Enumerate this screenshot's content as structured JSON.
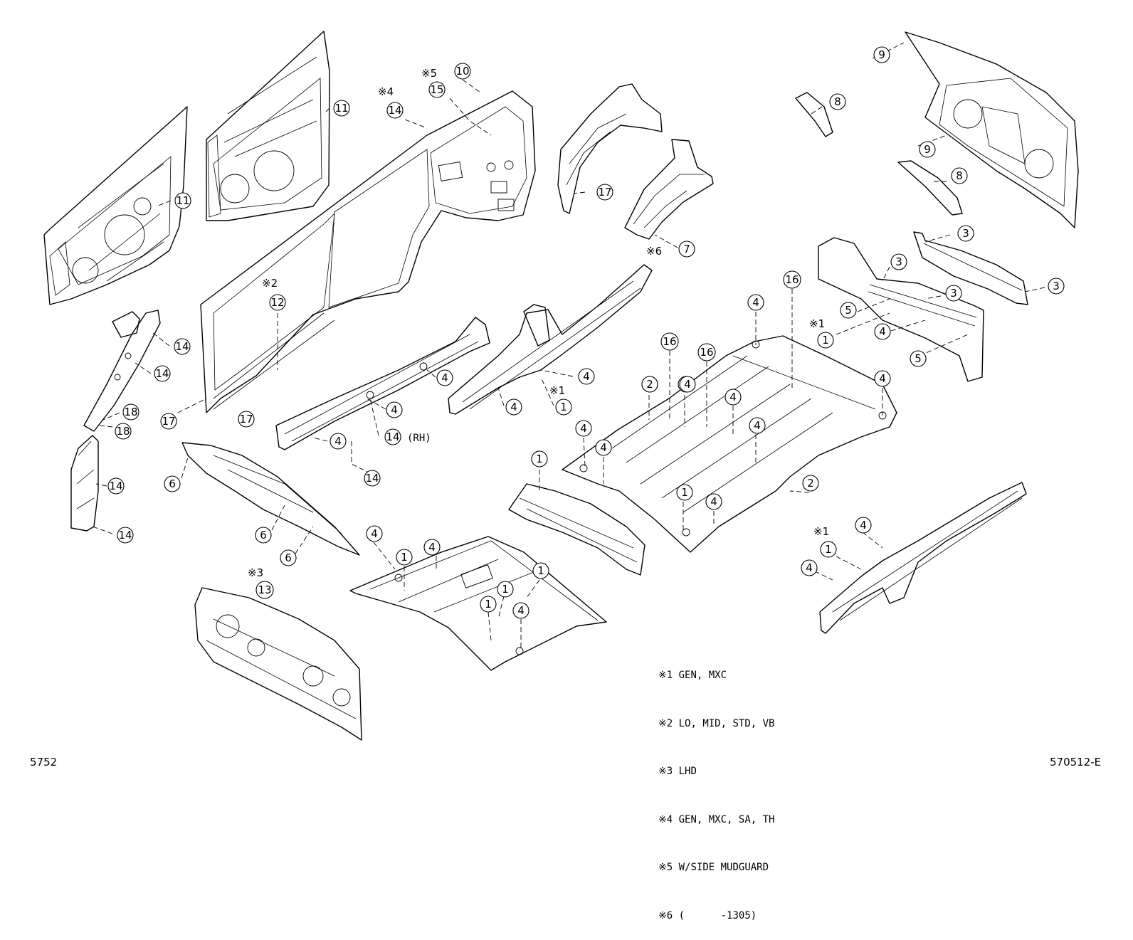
{
  "page_code_left": "5752",
  "page_code_right": "570512-E",
  "legend": [
    {
      "mark": "※1",
      "text": "GEN, MXC"
    },
    {
      "mark": "※2",
      "text": "LO, MID, STD, VB"
    },
    {
      "mark": "※3",
      "text": "LHD"
    },
    {
      "mark": "※4",
      "text": "GEN, MXC, SA, TH"
    },
    {
      "mark": "※5",
      "text": "W/SIDE MUDGUARD"
    },
    {
      "mark": "※6",
      "text": "(      -1305)"
    }
  ],
  "notes": {
    "n1": "※1",
    "n2": "※2",
    "n3": "※3",
    "n4": "※4",
    "n5": "※5",
    "n6": "※6",
    "rh": "(RH)"
  },
  "parts": {
    "front_door_panel": {
      "number": "11"
    },
    "rear_door_panel": {
      "number": "11"
    },
    "side_outer_panel": {
      "number": "12"
    },
    "quarter_window_panel": {
      "number": "10"
    },
    "quarter_inner": {
      "number": "15"
    },
    "wheel_house_outer": {
      "number": "17"
    },
    "wheel_house_inner": {
      "number": "7"
    },
    "back_door_panel": {
      "number": "9"
    },
    "back_door_reinforcement": {
      "number": "8"
    },
    "pillar_reinforcement": {
      "number": "14"
    },
    "pillar_brace": {
      "number": "18"
    },
    "rocker_panel": {
      "number": "4"
    },
    "front_side_member": {
      "number": "1"
    },
    "roof_panel": {
      "number": "6"
    },
    "front_floor_pan": {
      "number": "4"
    },
    "rear_floor_pan": {
      "number": "2"
    },
    "floor_crossmember": {
      "number": "16"
    },
    "center_floor_crossmember": {
      "number": "1"
    },
    "dash_panel": {
      "number": "13"
    },
    "back_panel": {
      "number": "3"
    },
    "rear_crossmember": {
      "number": "5"
    },
    "rear_side_member": {
      "number": "1"
    }
  },
  "callouts": [
    {
      "id": "c11a",
      "num": "11"
    },
    {
      "id": "c11b",
      "num": "11"
    },
    {
      "id": "c10",
      "num": "10"
    },
    {
      "id": "c15",
      "num": "15"
    },
    {
      "id": "c14a",
      "num": "14"
    },
    {
      "id": "c12",
      "num": "12"
    },
    {
      "id": "c17a",
      "num": "17"
    },
    {
      "id": "c17b",
      "num": "17"
    },
    {
      "id": "c17c",
      "num": "17"
    },
    {
      "id": "c7",
      "num": "7"
    },
    {
      "id": "c9a",
      "num": "9"
    },
    {
      "id": "c9b",
      "num": "9"
    },
    {
      "id": "c8a",
      "num": "8"
    },
    {
      "id": "c8b",
      "num": "8"
    },
    {
      "id": "c3a",
      "num": "3"
    },
    {
      "id": "c3b",
      "num": "3"
    },
    {
      "id": "c3c",
      "num": "3"
    },
    {
      "id": "c3d",
      "num": "3"
    },
    {
      "id": "c5a",
      "num": "5"
    },
    {
      "id": "c5b",
      "num": "5"
    },
    {
      "id": "c4r",
      "num": "4"
    },
    {
      "id": "c1r",
      "num": "1"
    },
    {
      "id": "c14b",
      "num": "14"
    },
    {
      "id": "c14c",
      "num": "14"
    },
    {
      "id": "c18a",
      "num": "18"
    },
    {
      "id": "c18b",
      "num": "18"
    },
    {
      "id": "c14d",
      "num": "14"
    },
    {
      "id": "c14e",
      "num": "14"
    },
    {
      "id": "c4a",
      "num": "4"
    },
    {
      "id": "c4b",
      "num": "4"
    },
    {
      "id": "c4c",
      "num": "4"
    },
    {
      "id": "c14f",
      "num": "14"
    },
    {
      "id": "c14g",
      "num": "14"
    },
    {
      "id": "c4d",
      "num": "4"
    },
    {
      "id": "c4e",
      "num": "4"
    },
    {
      "id": "c1a",
      "num": "1"
    },
    {
      "id": "c6a",
      "num": "6"
    },
    {
      "id": "c6b",
      "num": "6"
    },
    {
      "id": "c6c",
      "num": "6"
    },
    {
      "id": "c16a",
      "num": "16"
    },
    {
      "id": "c16b",
      "num": "16"
    },
    {
      "id": "c16c",
      "num": "16"
    },
    {
      "id": "c4f",
      "num": "4"
    },
    {
      "id": "c4g",
      "num": "4"
    },
    {
      "id": "c4h",
      "num": "4"
    },
    {
      "id": "c4i",
      "num": "4"
    },
    {
      "id": "c4j",
      "num": "4"
    },
    {
      "id": "c4k",
      "num": "4"
    },
    {
      "id": "c4l",
      "num": "4"
    },
    {
      "id": "c4m",
      "num": "4"
    },
    {
      "id": "c2a",
      "num": "2"
    },
    {
      "id": "c2b",
      "num": "2"
    },
    {
      "id": "c1b",
      "num": "1"
    },
    {
      "id": "c1c",
      "num": "1"
    },
    {
      "id": "c4n",
      "num": "4"
    },
    {
      "id": "c1d",
      "num": "1"
    },
    {
      "id": "c4o",
      "num": "4"
    },
    {
      "id": "c1e",
      "num": "1"
    },
    {
      "id": "c1f",
      "num": "1"
    },
    {
      "id": "c1g",
      "num": "1"
    },
    {
      "id": "c4p",
      "num": "4"
    },
    {
      "id": "c13",
      "num": "13"
    },
    {
      "id": "c4q",
      "num": "4"
    },
    {
      "id": "c1h",
      "num": "1"
    },
    {
      "id": "c4s",
      "num": "4"
    }
  ]
}
